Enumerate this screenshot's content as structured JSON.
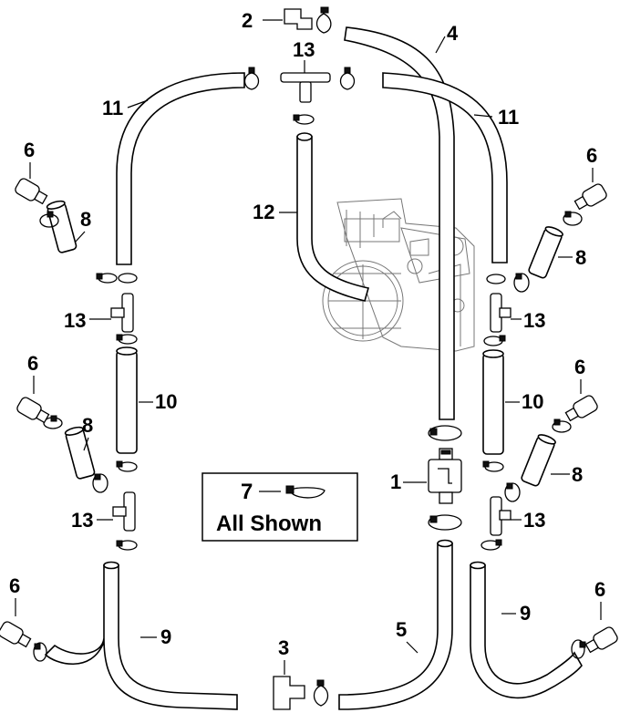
{
  "callouts": {
    "c1": "1",
    "c2": "2",
    "c3": "3",
    "c4": "4",
    "c5": "5",
    "c6a": "6",
    "c6b": "6",
    "c6c": "6",
    "c6d": "6",
    "c6e": "6",
    "c6f": "6",
    "c7": "7",
    "c8a": "8",
    "c8b": "8",
    "c8c": "8",
    "c8d": "8",
    "c9a": "9",
    "c9b": "9",
    "c10a": "10",
    "c10b": "10",
    "c11a": "11",
    "c11b": "11",
    "c12": "12",
    "c13a": "13",
    "c13b": "13",
    "c13c": "13",
    "c13d": "13",
    "c13e": "13"
  },
  "legend_box": {
    "number": "7",
    "caption": "All Shown"
  }
}
